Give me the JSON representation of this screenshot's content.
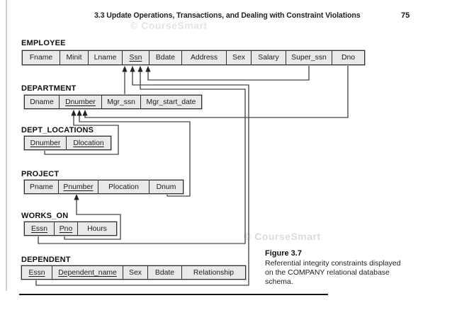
{
  "header": {
    "section_title": "3.3  Update Operations, Transactions, and Dealing with Constraint Violations",
    "page_number": "75"
  },
  "watermark_text": "© CourseSmart",
  "figure_caption": {
    "label": "Figure 3.7",
    "line1": "Referential integrity constraints displayed",
    "line2": "on the COMPANY relational database",
    "line3": "schema."
  },
  "schema_tables": [
    {
      "name": "EMPLOYEE",
      "attributes": [
        {
          "name": "Fname",
          "key": false
        },
        {
          "name": "Minit",
          "key": false
        },
        {
          "name": "Lname",
          "key": false
        },
        {
          "name": "Ssn",
          "key": true
        },
        {
          "name": "Bdate",
          "key": false
        },
        {
          "name": "Address",
          "key": false
        },
        {
          "name": "Sex",
          "key": false
        },
        {
          "name": "Salary",
          "key": false
        },
        {
          "name": "Super_ssn",
          "key": false
        },
        {
          "name": "Dno",
          "key": false
        }
      ]
    },
    {
      "name": "DEPARTMENT",
      "attributes": [
        {
          "name": "Dname",
          "key": false
        },
        {
          "name": "Dnumber",
          "key": true
        },
        {
          "name": "Mgr_ssn",
          "key": false
        },
        {
          "name": "Mgr_start_date",
          "key": false
        }
      ]
    },
    {
      "name": "DEPT_LOCATIONS",
      "attributes": [
        {
          "name": "Dnumber",
          "key": true
        },
        {
          "name": "Dlocation",
          "key": true
        }
      ]
    },
    {
      "name": "PROJECT",
      "attributes": [
        {
          "name": "Pname",
          "key": false
        },
        {
          "name": "Pnumber",
          "key": true
        },
        {
          "name": "Plocation",
          "key": false
        },
        {
          "name": "Dnum",
          "key": false
        }
      ]
    },
    {
      "name": "WORKS_ON",
      "attributes": [
        {
          "name": "Essn",
          "key": true
        },
        {
          "name": "Pno",
          "key": true
        },
        {
          "name": "Hours",
          "key": false
        }
      ]
    },
    {
      "name": "DEPENDENT",
      "attributes": [
        {
          "name": "Essn",
          "key": true
        },
        {
          "name": "Dependent_name",
          "key": true
        },
        {
          "name": "Sex",
          "key": false
        },
        {
          "name": "Bdate",
          "key": false
        },
        {
          "name": "Relationship",
          "key": false
        }
      ]
    }
  ],
  "foreign_key_constraints": [
    {
      "from": "DEPARTMENT.Mgr_ssn",
      "to": "EMPLOYEE.Ssn"
    },
    {
      "from": "EMPLOYEE.Super_ssn",
      "to": "EMPLOYEE.Ssn"
    },
    {
      "from": "DEPENDENT.Essn",
      "to": "EMPLOYEE.Ssn"
    },
    {
      "from": "WORKS_ON.Essn",
      "to": "EMPLOYEE.Ssn"
    },
    {
      "from": "EMPLOYEE.Dno",
      "to": "DEPARTMENT.Dnumber"
    },
    {
      "from": "PROJECT.Dnum",
      "to": "DEPARTMENT.Dnumber"
    },
    {
      "from": "DEPT_LOCATIONS.Dnumber",
      "to": "DEPARTMENT.Dnumber"
    },
    {
      "from": "WORKS_ON.Pno",
      "to": "PROJECT.Pnumber"
    }
  ],
  "colors": {
    "cell_fill": "#e9e9e9",
    "table_border": "#2f2f2f",
    "connector_line": "#474747",
    "arrowhead": "#232323",
    "watermark": "#e0e0e0",
    "rule": "#141414"
  }
}
